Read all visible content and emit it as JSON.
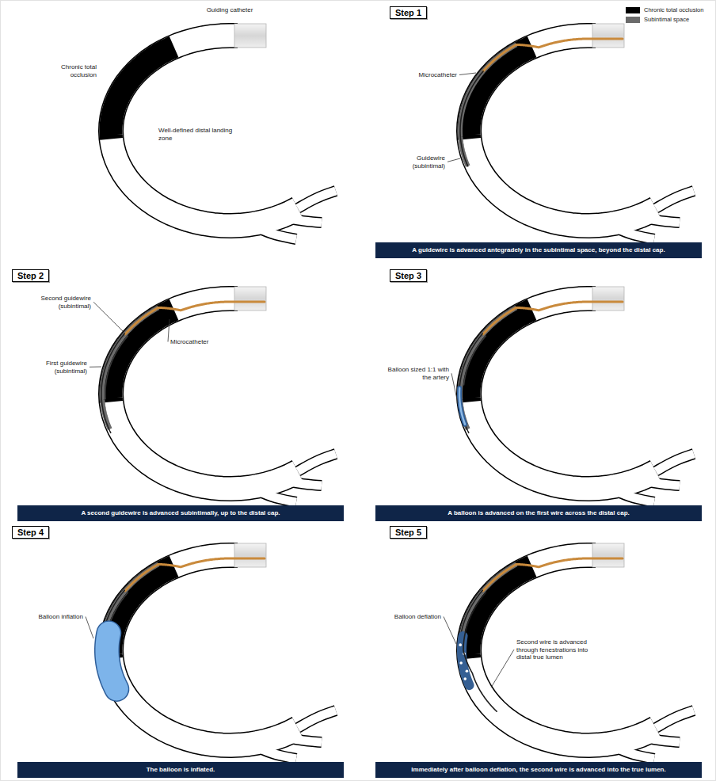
{
  "diagram": {
    "nodes": [
      {
        "text": [
          "Step 1"
        ]
      },
      {
        "text": [
          "A guidewire is advanced antegradely in the subintimal space, beyond the distal cap."
        ]
      },
      {
        "text": [
          "Step 2"
        ]
      },
      {
        "text": [
          "A second guidewire is advanced subintimally, up to the distal cap."
        ]
      },
      {
        "text": [
          "Step 3"
        ]
      },
      {
        "text": [
          "A balloon is advanced on the first wire across the distal cap."
        ]
      },
      {
        "text": [
          "Step 4"
        ]
      },
      {
        "text": [
          "The balloon is inflated."
        ]
      },
      {
        "text": [
          "Step 5"
        ]
      },
      {
        "text": [
          "Immediately after balloon deflation, the second wire is advanced into the true lumen."
        ]
      }
    ],
    "labels": [
      "Guiding catheter",
      "Chronic total occlusion",
      "Well-defined distal landing zone",
      "Microcatheter",
      "Guidewire (subintimal)",
      "Second guidewire (subintimal)",
      "Microcatheter",
      "First guidewire (subintimal)",
      "Balloon sized 1:1 with the artery",
      "Balloon inflation",
      "Balloon deflation",
      "Second wire is advanced through fenestrations into distal true lumen"
    ],
    "legend": [
      {
        "text": "Chronic total occlusion",
        "color": "#000000"
      },
      {
        "text": "Subintimal space",
        "color": "#6b6b6b"
      }
    ]
  }
}
